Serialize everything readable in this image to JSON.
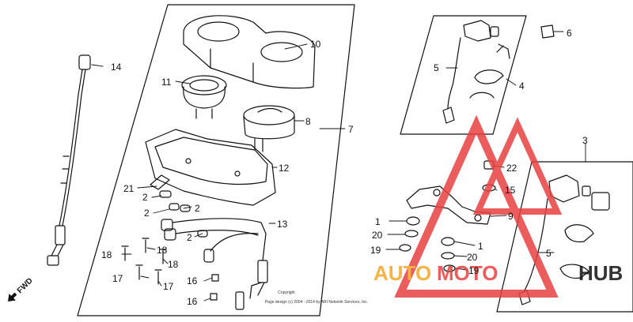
{
  "diagram": {
    "callouts": {
      "c1a": "1",
      "c1b": "1",
      "c2a": "2",
      "c2b": "2",
      "c2c": "2",
      "c2d": "2",
      "c3": "3",
      "c4": "4",
      "c5a": "5",
      "c5b": "5",
      "c6": "6",
      "c7": "7",
      "c8": "8",
      "c9": "9",
      "c10": "10",
      "c11": "11",
      "c12": "12",
      "c13": "13",
      "c14": "14",
      "c15": "15",
      "c16a": "16",
      "c16b": "16",
      "c17a": "17",
      "c17b": "17",
      "c18a": "18",
      "c18b": "18",
      "c18c": "18",
      "c19a": "19",
      "c19b": "19",
      "c20a": "20",
      "c20b": "20",
      "c21": "21",
      "c22": "22"
    },
    "fwd_label": "FWD",
    "copyright_title": "Copyright",
    "copyright_line": "Page design (c) 2004 - 2014 by ARI Network Services, Inc."
  },
  "watermark": {
    "word_part1": "AUTO",
    "word_part2": "MOTO",
    "word_part3": "HUB",
    "colors": {
      "orange": "#f5a623",
      "red": "#e84040",
      "black": "#111111"
    }
  }
}
